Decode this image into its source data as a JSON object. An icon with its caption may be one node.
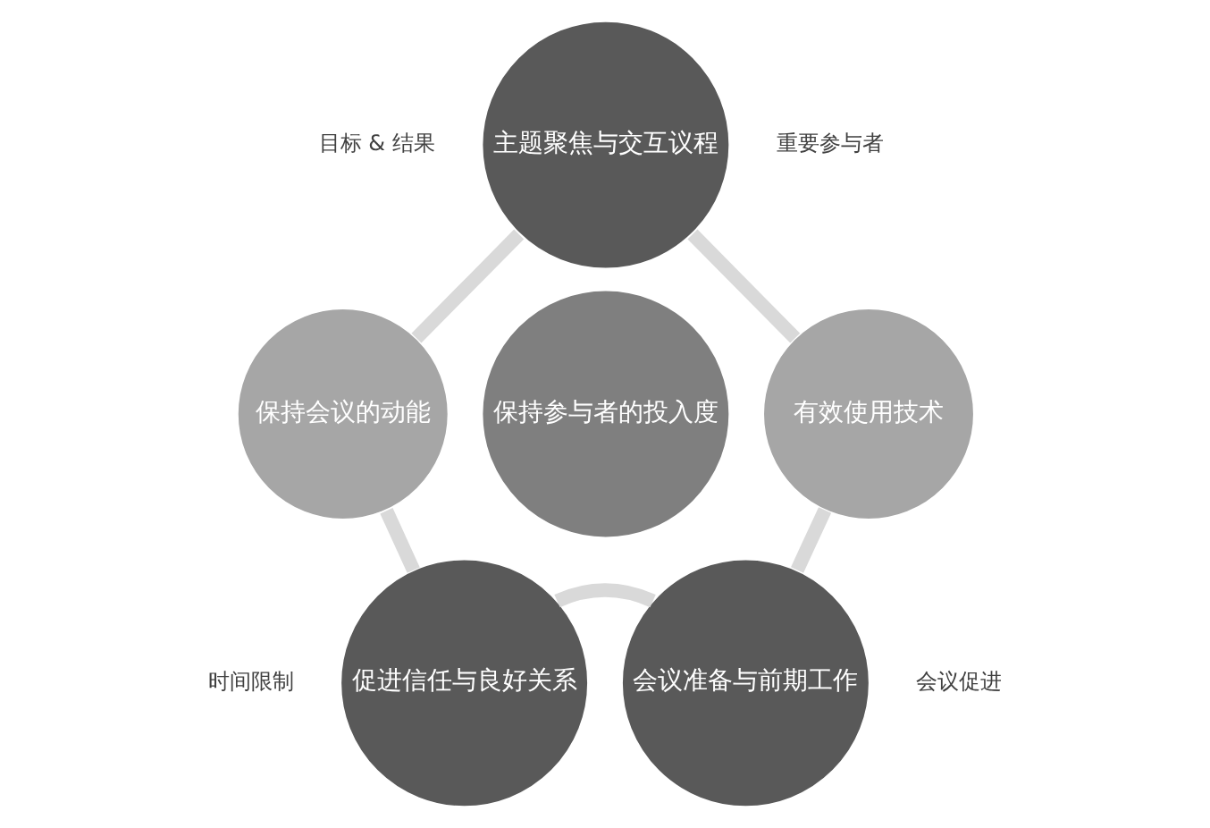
{
  "diagram": {
    "nodes": [
      {
        "text": [
          "主题聚焦与交互议程"
        ]
      },
      {
        "text": [
          "保持会议的动能"
        ]
      },
      {
        "text": [
          "有效使用技术"
        ]
      },
      {
        "text": [
          "保持参与者的投入度"
        ]
      },
      {
        "text": [
          "促进信任与良好关系"
        ]
      },
      {
        "text": [
          "会议准备与前期工作"
        ]
      }
    ],
    "edges": [
      {
        "from": 0,
        "to": 2,
        "arrow": "none"
      },
      {
        "from": 2,
        "to": 5,
        "arrow": "none"
      },
      {
        "from": 4,
        "to": 5,
        "arrow": "none"
      },
      {
        "from": 4,
        "to": 1,
        "arrow": "none"
      },
      {
        "from": 1,
        "to": 0,
        "arrow": "none"
      }
    ],
    "labels": [
      "目标 & 结果",
      "重要参与者",
      "时间限制",
      "会议促进"
    ]
  }
}
